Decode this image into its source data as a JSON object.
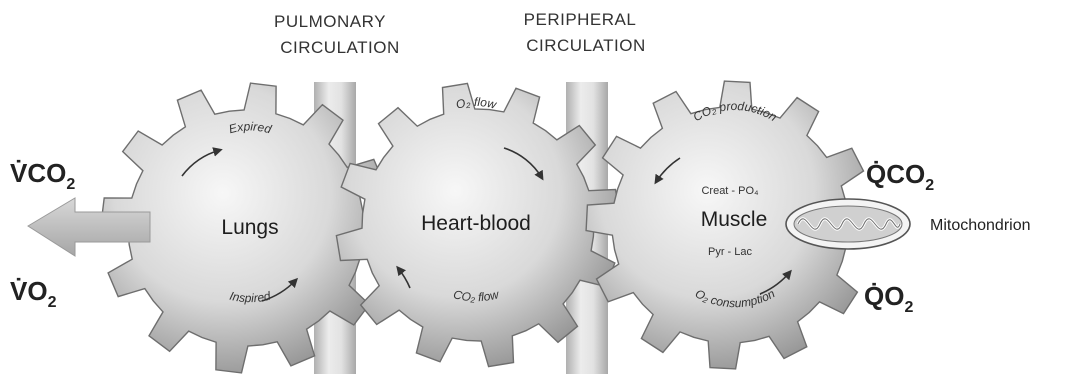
{
  "headers": {
    "pulmonary": [
      "PULMONARY",
      "CIRCULATION"
    ],
    "peripheral": [
      "PERIPHERAL",
      "CIRCULATION"
    ]
  },
  "symbols": {
    "vco2": {
      "main": "V̇CO",
      "sub": "2"
    },
    "vo2": {
      "main": "V̇O",
      "sub": "2"
    },
    "qco2": {
      "main": "Q̇CO",
      "sub": "2"
    },
    "qo2": {
      "main": "Q̇O",
      "sub": "2"
    }
  },
  "gears": {
    "lungs": {
      "label": "Lungs",
      "top": "Expired",
      "bottom": "Inspired"
    },
    "heart": {
      "label": "Heart-blood",
      "top": "O₂ flow",
      "bottom": "CO₂ flow"
    },
    "muscle": {
      "label": "Muscle",
      "top": "CO₂ production",
      "bottom": "O₂ consumption",
      "upper_small": "Creat - PO₄",
      "lower_small": "Pyr - Lac"
    }
  },
  "mitochondrion_label": "Mitochondrion",
  "colors": {
    "gear_light": "#f2f2f2",
    "gear_dark": "#8c8c8c",
    "column": "#c4c4c4",
    "arrow": "#bfbfbf"
  }
}
